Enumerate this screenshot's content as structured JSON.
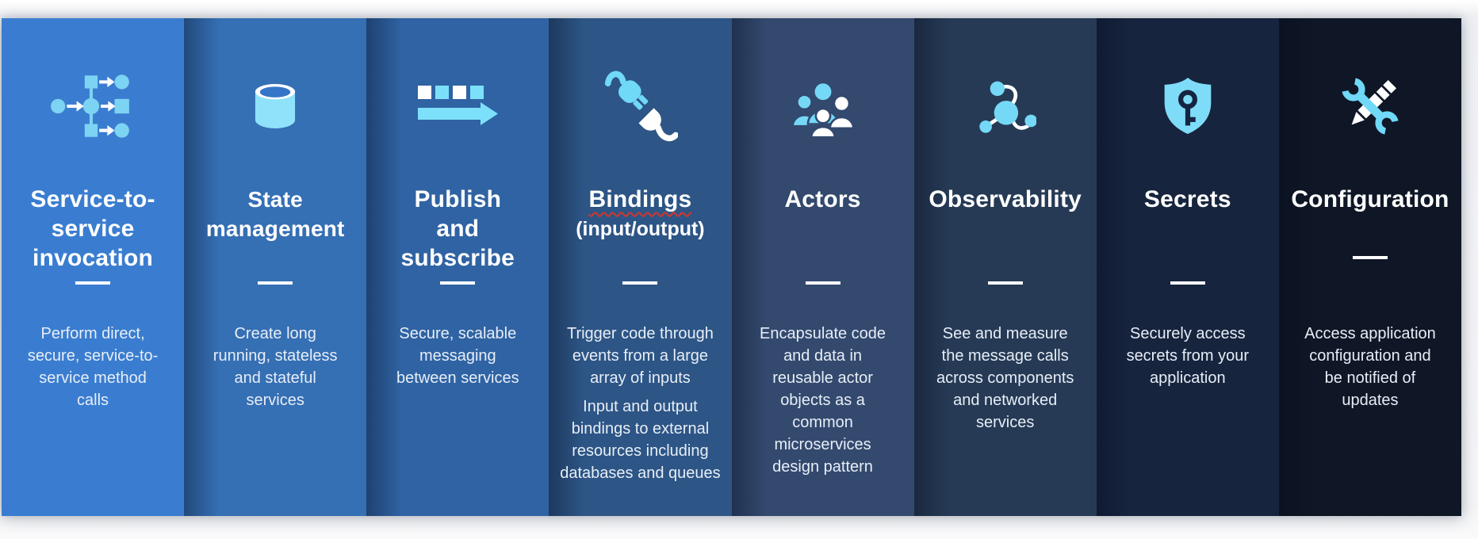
{
  "colors": {
    "icon_cyan": "#74d8f6",
    "icon_white": "#ffffff",
    "divider": "#ffffff",
    "title_text": "#ffffff",
    "body_text": "#e7eef7",
    "squiggle_red": "#d2372c",
    "page_background": "#f4f5f7"
  },
  "columns": [
    {
      "id": "service-to-service-invocation",
      "title": "Service-to-\nservice\ninvocation",
      "desc": "Perform direct,\nsecure, service-to-\nservice method\ncalls",
      "bg": "#3a7dd0",
      "icon": "flowchart-icon"
    },
    {
      "id": "state-management",
      "title": "State\nmanagement",
      "desc": "Create long\nrunning, stateless\nand stateful\nservices",
      "bg": "#356fb4",
      "icon": "database-cylinder-icon"
    },
    {
      "id": "publish-and-subscribe",
      "title": "Publish\nand\nsubscribe",
      "desc": "Secure, scalable\nmessaging\nbetween services",
      "bg": "#2f63a3",
      "icon": "message-queue-arrow-icon"
    },
    {
      "id": "bindings",
      "title": "Bindings",
      "subtitle": "(input/output)",
      "desc": "Trigger code through\nevents from a large\narray of inputs",
      "desc2": "Input and output\nbindings to external\nresources including\ndatabases and queues",
      "bg": "#2d5586",
      "icon": "plug-socket-icon"
    },
    {
      "id": "actors",
      "title": "Actors",
      "desc": "Encapsulate code\nand data in\nreusable actor\nobjects as a\ncommon\nmicroservices\ndesign pattern",
      "bg": "#33496e",
      "icon": "people-group-icon"
    },
    {
      "id": "observability",
      "title": "Observability",
      "desc": "See and measure\nthe message calls\nacross components\nand networked\nservices",
      "bg": "#263a55",
      "icon": "network-nodes-icon"
    },
    {
      "id": "secrets",
      "title": "Secrets",
      "desc": "Securely access\nsecrets from your\napplication",
      "bg": "#17243e",
      "icon": "shield-key-icon"
    },
    {
      "id": "configuration",
      "title": "Configuration",
      "desc": "Access application\nconfiguration and\nbe notified of\nupdates",
      "bg": "#0f1726",
      "icon": "wrench-pencil-icon"
    }
  ]
}
